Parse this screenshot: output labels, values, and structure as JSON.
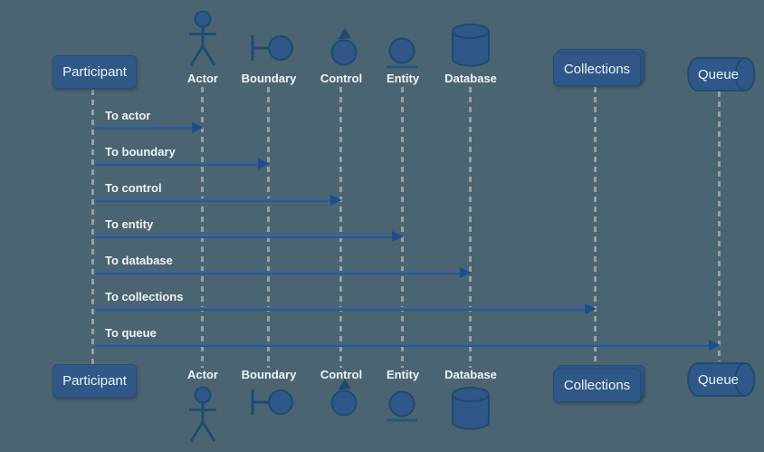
{
  "diagram_type": "uml-sequence-diagram",
  "colors": {
    "background": "#4a6571",
    "node_fill": "#2f5787",
    "node_stroke": "#1d4a74",
    "lifeline": "#97a0a4",
    "message_line": "#33619a",
    "message_arrowhead": "#1d4d8e",
    "label_text": "#f0f4f7"
  },
  "participants": [
    {
      "label": "Participant",
      "type": "box"
    },
    {
      "label": "Actor",
      "type": "actor"
    },
    {
      "label": "Boundary",
      "type": "boundary"
    },
    {
      "label": "Control",
      "type": "control"
    },
    {
      "label": "Entity",
      "type": "entity"
    },
    {
      "label": "Database",
      "type": "database"
    },
    {
      "label": "Collections",
      "type": "collections"
    },
    {
      "label": "Queue",
      "type": "queue"
    }
  ],
  "messages": [
    {
      "label": "To actor",
      "from": "Participant",
      "to": "Actor"
    },
    {
      "label": "To boundary",
      "from": "Participant",
      "to": "Boundary"
    },
    {
      "label": "To control",
      "from": "Participant",
      "to": "Control"
    },
    {
      "label": "To entity",
      "from": "Participant",
      "to": "Entity"
    },
    {
      "label": "To database",
      "from": "Participant",
      "to": "Database"
    },
    {
      "label": "To collections",
      "from": "Participant",
      "to": "Collections"
    },
    {
      "label": "To queue",
      "from": "Participant",
      "to": "Queue"
    }
  ]
}
